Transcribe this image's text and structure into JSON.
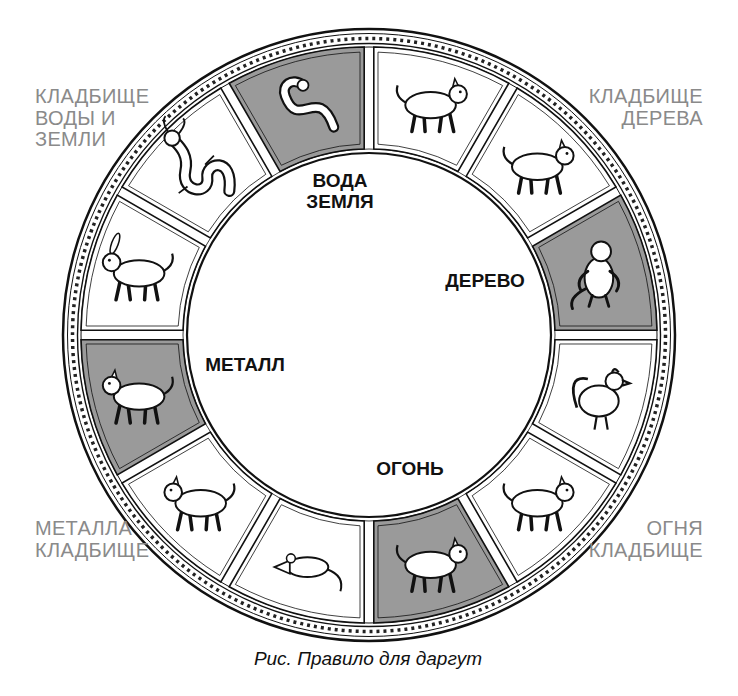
{
  "diagram": {
    "caption": "Рис. Правило для даргут",
    "labels": [
      "КЛАДБИЩЕ ВОДЫ И ЗЕМЛИ",
      "КЛАДБИЩЕ ДЕРЕВА",
      "ВОДА ЗЕМЛЯ",
      "ДЕРЕВО",
      "МЕТАЛЛ",
      "ОГОНЬ",
      "МЕТАЛЛА КЛАДБИЩЕ",
      "ОГНЯ КЛАДБИЩЕ"
    ]
  }
}
